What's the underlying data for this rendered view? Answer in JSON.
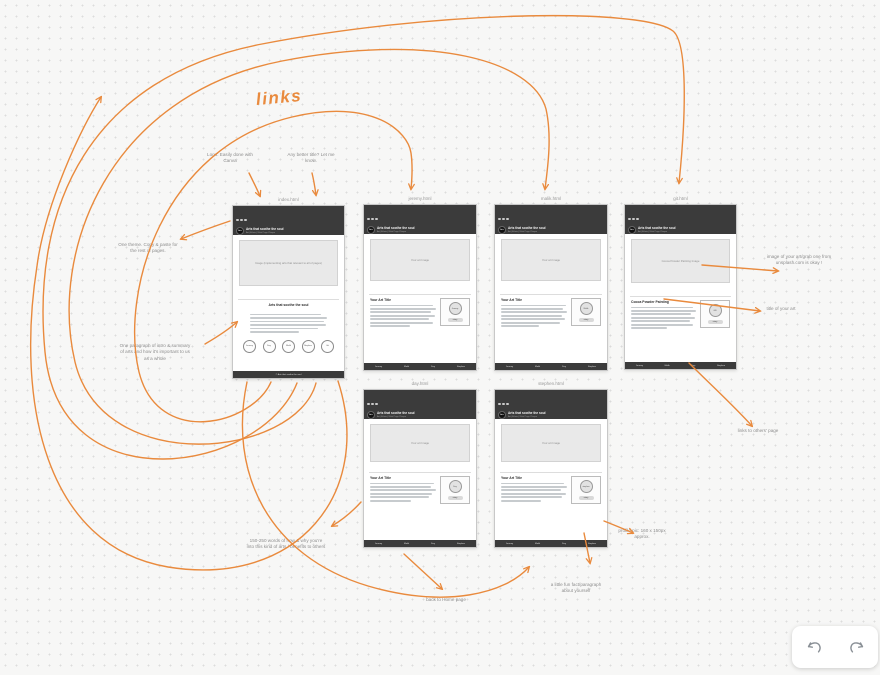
{
  "canvas": {
    "accent_color": "#e98a3d",
    "background_color": "#f7f7f6",
    "dot_color": "#dcdcdc"
  },
  "sketch": {
    "links_label": "links"
  },
  "notes": {
    "logo": "Logo: Easily done with Canva",
    "title": "Any better title? Let me know.",
    "theme": "One theme. Copy & paste for the rest of pages.",
    "intro": "One paragraph of intro & summary of arts and how it's important to us as a whole",
    "words": "150-250 words of how & why you're into this kind of arts / benefits to others",
    "back": "back to Home page",
    "fun": "a little fun fact/paragraph about yourself",
    "profile": "profile pic: 160 x 150px approx.",
    "image": "image of your art/grab one from unsplash.com is okay !",
    "art_title": "title of your art",
    "links_others": "links to others' page"
  },
  "common": {
    "site_title": "Arts that soothe the soul",
    "site_subtitle": "Art (Ethnic) Web Page Plaque",
    "logo_text": "Arts",
    "art_title_heading": "Your Art Title",
    "art_image_caption": "Your art Image",
    "story_button": "story",
    "footer_links": [
      "Jeremy",
      "Malik",
      "Day",
      "Stephen"
    ]
  },
  "frames": {
    "index": {
      "label": "index.html",
      "image_caption": "Image (implementing arts that relevant to all of pages)",
      "section_title": "Arts that soothe the soul",
      "footer_text": "© Arts that soothe the soul",
      "links": [
        "jeremy",
        "day",
        "malik",
        "stephen",
        "git"
      ]
    },
    "jeremy": {
      "label": "jeremy.html",
      "avatar": "Jeremy"
    },
    "malik": {
      "label": "malik.html",
      "avatar": "Malik"
    },
    "git": {
      "label": "git.html",
      "image_caption": "Cocoa Powder Painting Image",
      "heading": "Cocoa Powder Painting",
      "avatar": "GB"
    },
    "day": {
      "label": "day.html",
      "avatar": "Day"
    },
    "stephen": {
      "label": "stephen.html",
      "avatar": "stephen"
    }
  },
  "toolbar": {
    "undo_label": "undo",
    "redo_label": "redo"
  }
}
